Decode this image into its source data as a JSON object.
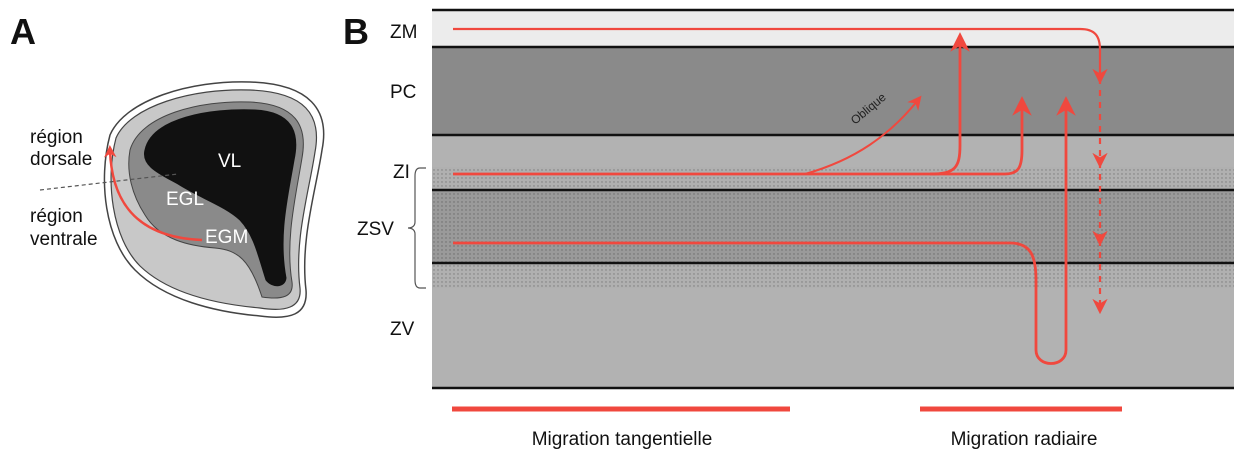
{
  "panelA": {
    "letter": "A",
    "label_dorsal_1": "région",
    "label_dorsal_2": "dorsale",
    "label_ventral_1": "région",
    "label_ventral_2": "ventrale",
    "region_vl": "VL",
    "region_egl": "EGL",
    "region_egm": "EGM"
  },
  "panelB": {
    "letter": "B",
    "layers": [
      "ZM",
      "PC",
      "ZI",
      "ZSV",
      "ZV"
    ],
    "oblique_label": "Oblique",
    "legend_tangential": "Migration tangentielle",
    "legend_radial": "Migration radiaire"
  },
  "colors": {
    "arrow": "#f0483e",
    "zm": "#ececec",
    "pc": "#8a8a8a",
    "zi_zv": "#b2b2b2",
    "zsv": "#9c9c9c"
  }
}
